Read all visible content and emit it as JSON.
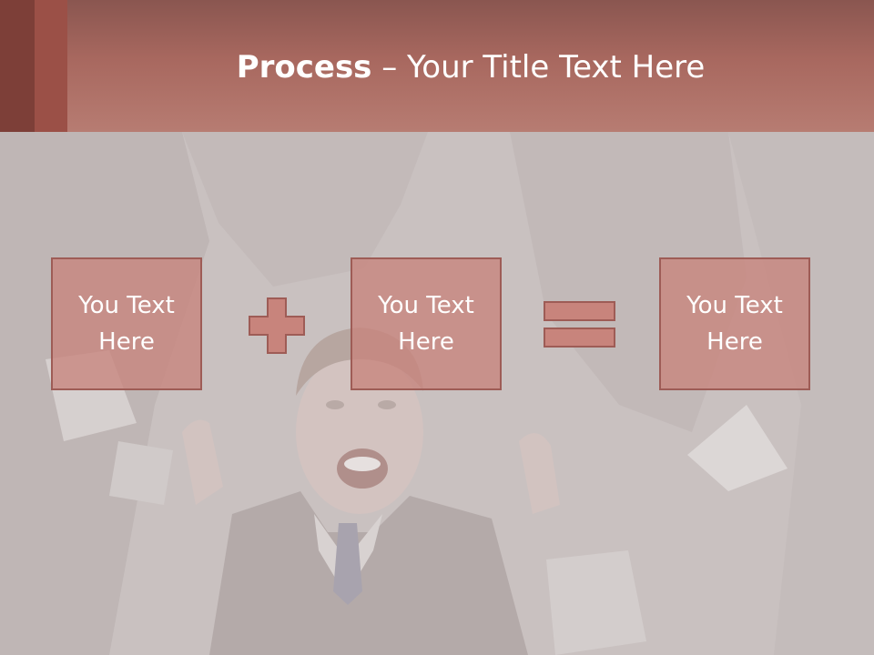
{
  "header": {
    "title_bold": "Process",
    "title_rest": " – Your Title Text Here"
  },
  "boxes": [
    {
      "label": "You Text Here"
    },
    {
      "label": "You Text Here"
    },
    {
      "label": "You Text Here"
    }
  ],
  "operators": {
    "first": "plus-icon",
    "second": "equals-icon"
  },
  "colors": {
    "header": "#b77c72",
    "accent_dark": "#7d3f38",
    "box_fill": "#c8847c",
    "box_border": "#9e5c56",
    "background": "#c9c1c0"
  }
}
